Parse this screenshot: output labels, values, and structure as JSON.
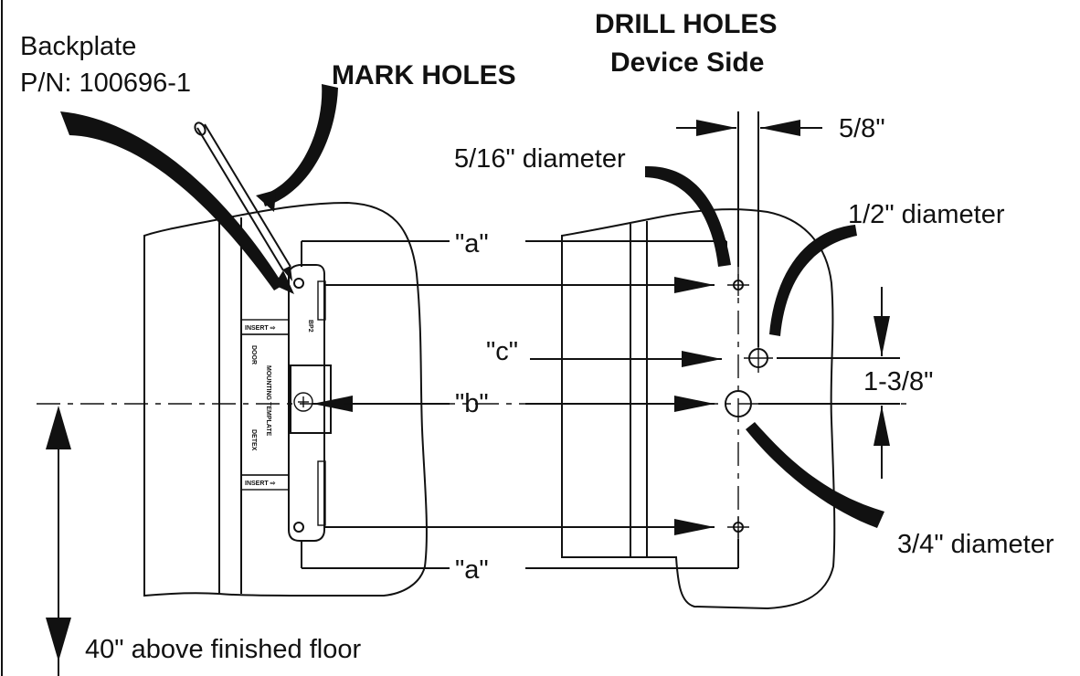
{
  "labels": {
    "backplate_line1": "Backplate",
    "backplate_line2": "P/N: 100696-1",
    "mark_holes": "MARK HOLES",
    "drill_holes_line1": "DRILL HOLES",
    "drill_holes_line2": "Device Side",
    "dim_five_eighths": "5/8\"",
    "dia_5_16": "5/16\" diameter",
    "dia_1_2": "1/2\" diameter",
    "dia_3_4": "3/4\" diameter",
    "dim_a_top": "\"a\"",
    "dim_a_bottom": "\"a\"",
    "dim_b": "\"b\"",
    "dim_c": "\"c\"",
    "dim_1_3_8": "1-3/8\"",
    "floor_height": "40\" above finished floor"
  },
  "template": {
    "insert_top": "INSERT ⇨",
    "insert_bottom": "INSERT ⇨",
    "bp2": "BP2",
    "door": "DOOR",
    "mounting_template": "MOUNTING TEMPLATE",
    "brand": "DETEX"
  }
}
